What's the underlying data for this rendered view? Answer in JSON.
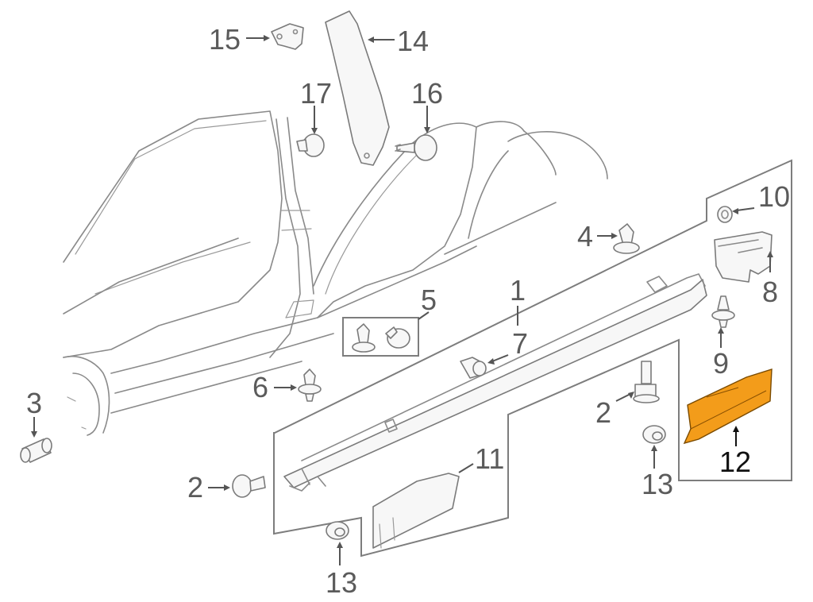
{
  "callouts": {
    "c1": "1",
    "c2a": "2",
    "c2b": "2",
    "c3": "3",
    "c4": "4",
    "c5": "5",
    "c6": "6",
    "c7": "7",
    "c8": "8",
    "c9": "9",
    "c10": "10",
    "c11": "11",
    "c12": "12",
    "c13a": "13",
    "c13b": "13",
    "c14": "14",
    "c15": "15",
    "c16": "16",
    "c17": "17"
  },
  "colors": {
    "highlight_part": "#f39c1a",
    "line": "#8a8a8a",
    "callout_text": "#5b5b5b",
    "highlight_text": "#111111"
  }
}
